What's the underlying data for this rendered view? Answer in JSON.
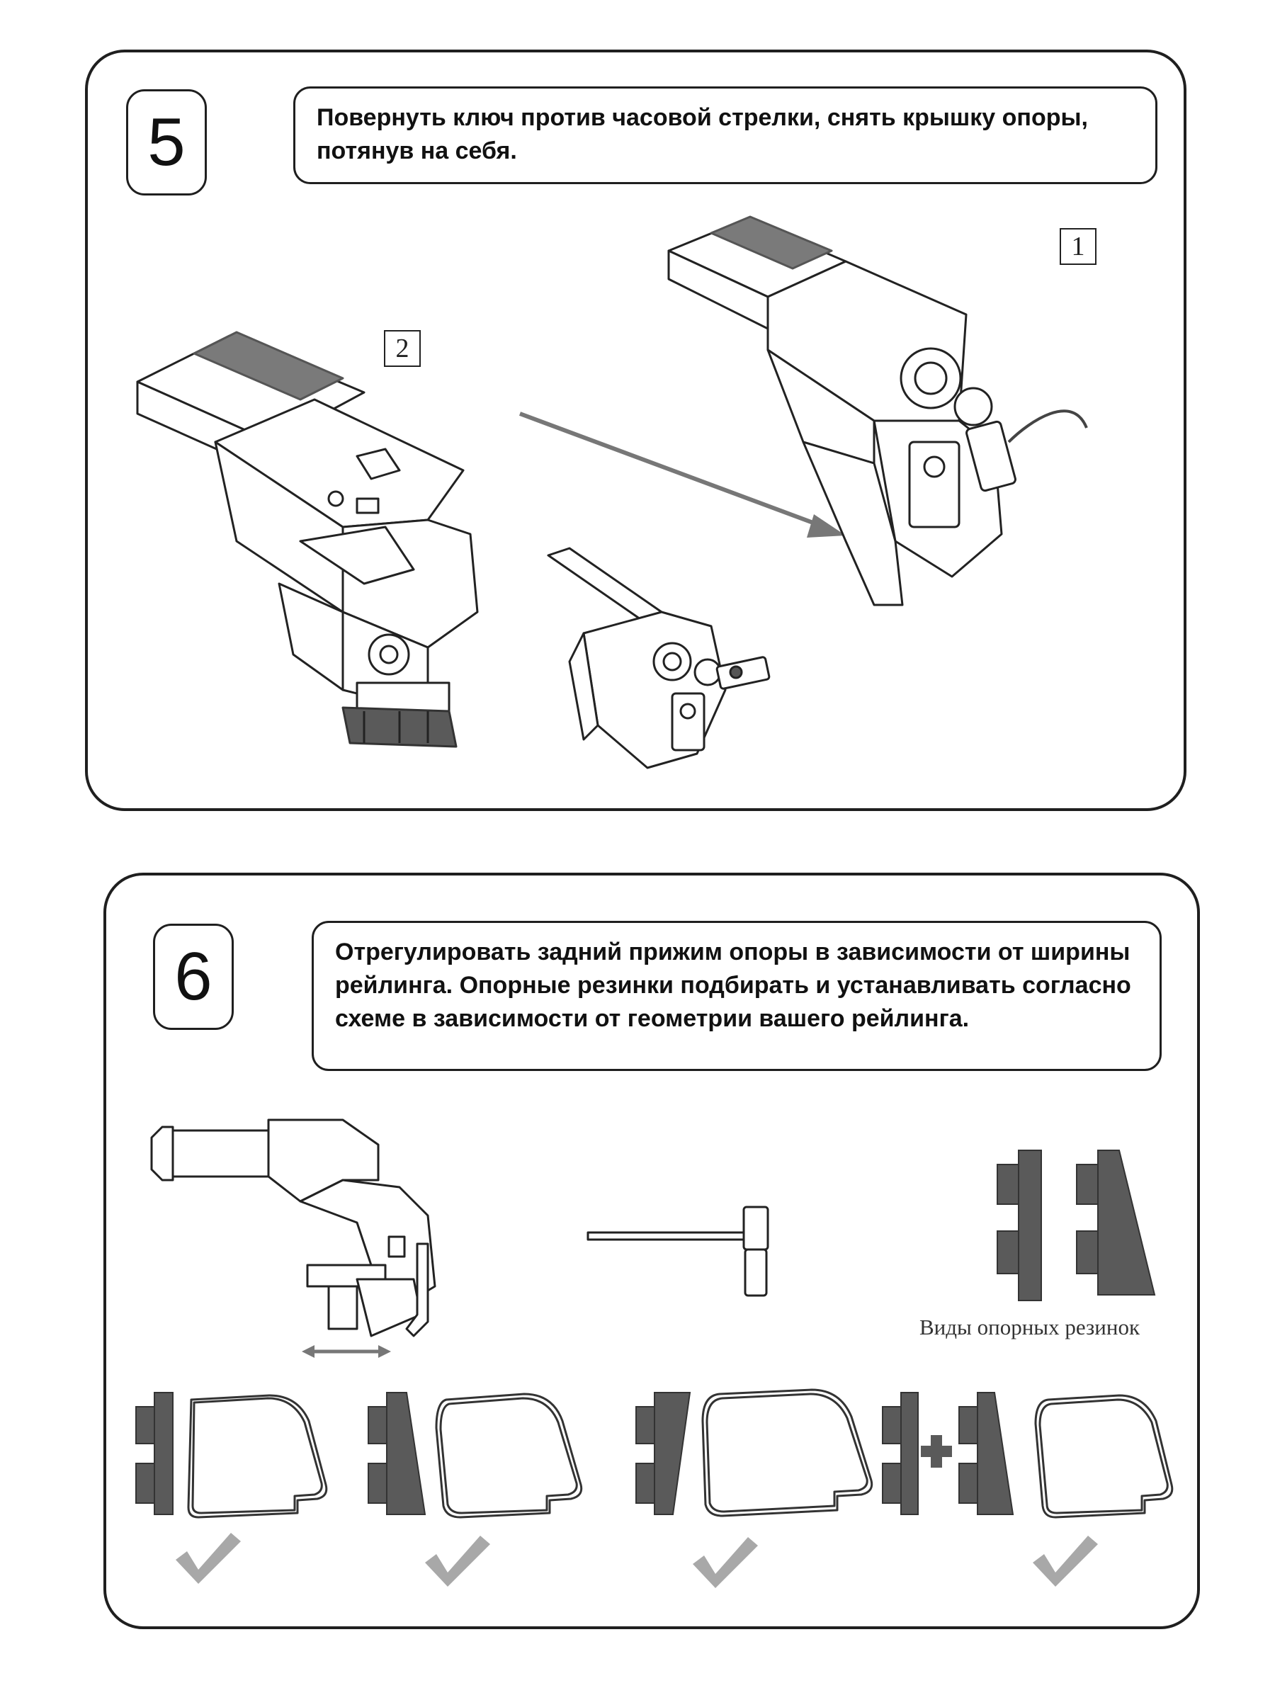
{
  "step5": {
    "number": "5",
    "instruction": "Повернуть ключ  против часовой стрелки, снять крышку опоры, потянув на себя.",
    "callout_1": "1",
    "callout_2": "2",
    "illustrations": [
      "roof-bar-foot-closed",
      "roof-bar-foot-open",
      "key-in-lock-detail",
      "direction-arrow"
    ]
  },
  "step6": {
    "number": "6",
    "instruction": "Отрегулировать задний прижим опоры в зависимости от ширины рейлинга. Опорные резинки подбирать и устанавливать согласно схеме в зависимости от геометрии вашего рейлинга.",
    "pads_caption": "Виды опорных резинок",
    "illustrations": [
      "roof-bar-foot-side",
      "hex-key",
      "pad-types",
      "rail-profile-options",
      "check-icons"
    ]
  },
  "colors": {
    "outline": "#1f1f1f",
    "stripe": "#7a7a7a",
    "pad": "#5a5a5a",
    "check": "#a8a8a8"
  }
}
